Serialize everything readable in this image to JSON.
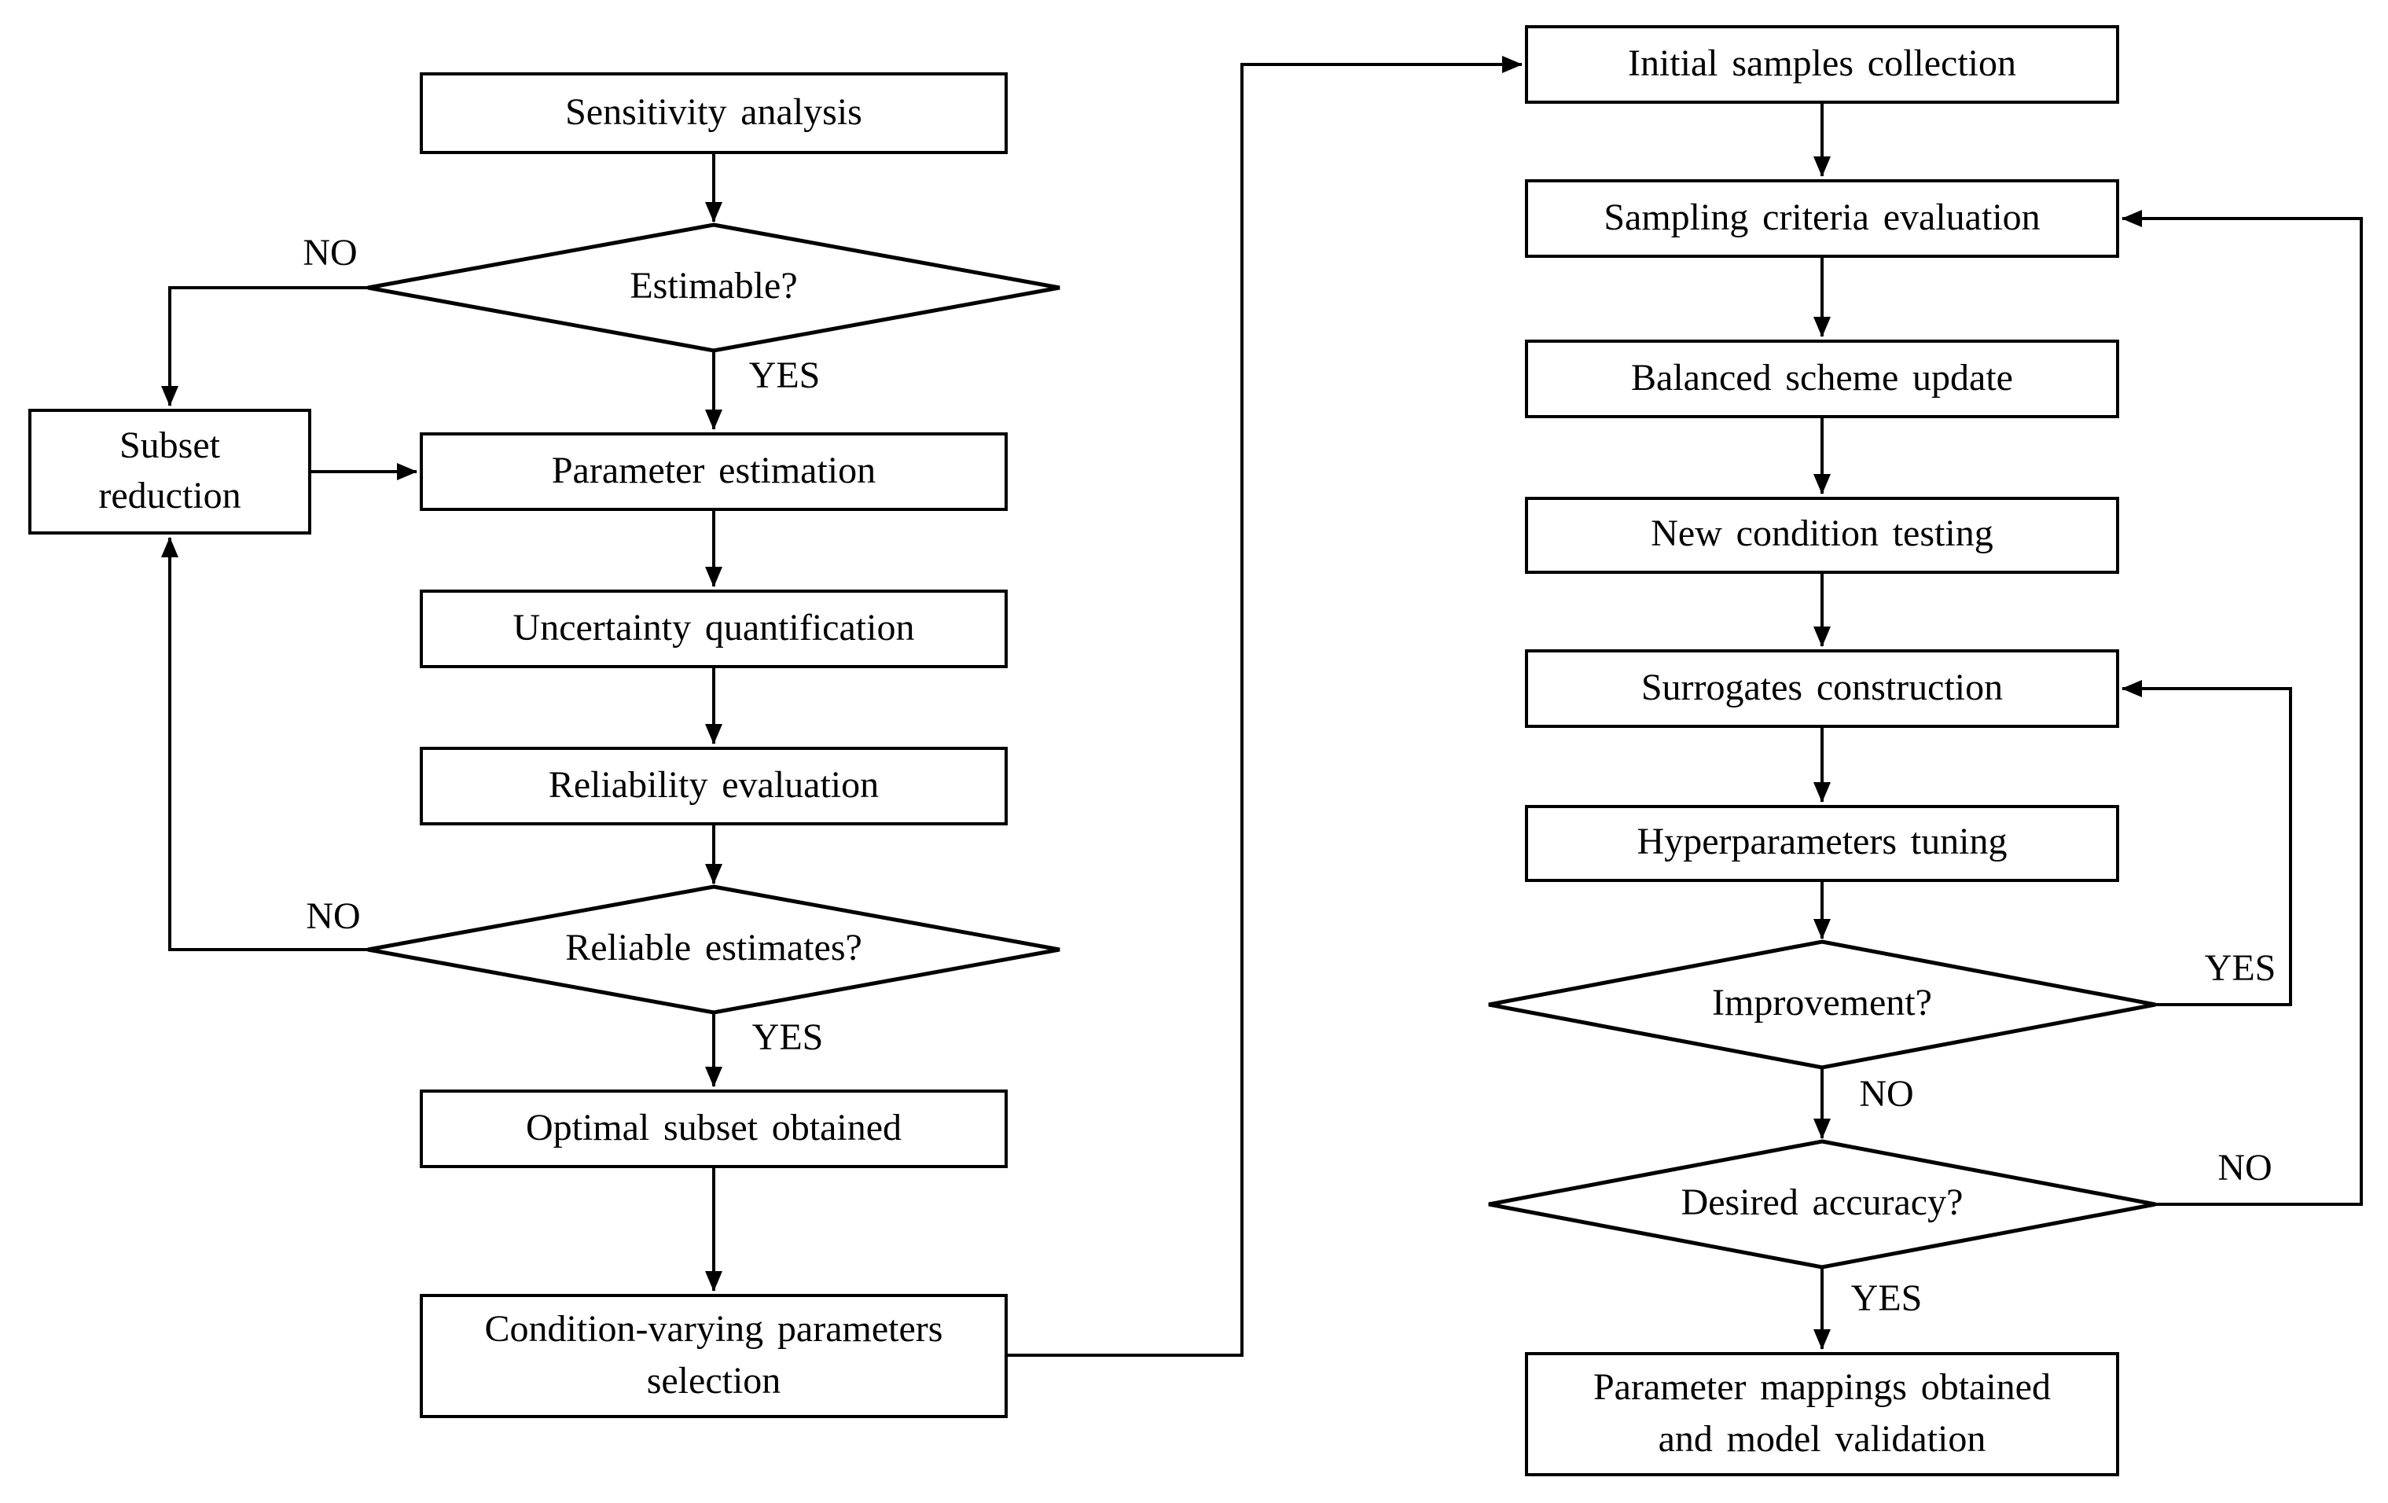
{
  "figure": {
    "type": "flowchart",
    "background": "#ffffff",
    "line_color": "#000000",
    "text_color": "#000000"
  },
  "nodes": {
    "sensitivity_analysis": "Sensitivity analysis",
    "estimable": "Estimable?",
    "subset_reduction": "Subset\nreduction",
    "parameter_estimation": "Parameter estimation",
    "uncertainty_quantification": "Uncertainty quantification",
    "reliability_evaluation": "Reliability evaluation",
    "reliable_estimates": "Reliable estimates?",
    "optimal_subset": "Optimal subset obtained",
    "condition_varying": "Condition-varying parameters\nselection",
    "initial_samples": "Initial samples collection",
    "sampling_criteria": "Sampling criteria evaluation",
    "balanced_scheme": "Balanced scheme update",
    "new_condition": "New condition testing",
    "surrogates_construction": "Surrogates construction",
    "hyperparameters_tuning": "Hyperparameters tuning",
    "improvement": "Improvement?",
    "desired_accuracy": "Desired accuracy?",
    "parameter_mappings": "Parameter mappings obtained\nand model validation"
  },
  "edge_labels": {
    "estimable_no": "NO",
    "estimable_yes": "YES",
    "reliable_no": "NO",
    "reliable_yes": "YES",
    "improvement_yes": "YES",
    "improvement_no": "NO",
    "desired_no": "NO",
    "desired_yes": "YES"
  },
  "edges": [
    {
      "from": "sensitivity_analysis",
      "to": "estimable",
      "label": ""
    },
    {
      "from": "estimable",
      "to": "subset_reduction",
      "label": "NO"
    },
    {
      "from": "estimable",
      "to": "parameter_estimation",
      "label": "YES"
    },
    {
      "from": "subset_reduction",
      "to": "parameter_estimation",
      "label": ""
    },
    {
      "from": "parameter_estimation",
      "to": "uncertainty_quantification",
      "label": ""
    },
    {
      "from": "uncertainty_quantification",
      "to": "reliability_evaluation",
      "label": ""
    },
    {
      "from": "reliability_evaluation",
      "to": "reliable_estimates",
      "label": ""
    },
    {
      "from": "reliable_estimates",
      "to": "subset_reduction",
      "label": "NO"
    },
    {
      "from": "reliable_estimates",
      "to": "optimal_subset",
      "label": "YES"
    },
    {
      "from": "optimal_subset",
      "to": "condition_varying",
      "label": ""
    },
    {
      "from": "condition_varying",
      "to": "initial_samples",
      "label": ""
    },
    {
      "from": "initial_samples",
      "to": "sampling_criteria",
      "label": ""
    },
    {
      "from": "sampling_criteria",
      "to": "balanced_scheme",
      "label": ""
    },
    {
      "from": "balanced_scheme",
      "to": "new_condition",
      "label": ""
    },
    {
      "from": "new_condition",
      "to": "surrogates_construction",
      "label": ""
    },
    {
      "from": "surrogates_construction",
      "to": "hyperparameters_tuning",
      "label": ""
    },
    {
      "from": "hyperparameters_tuning",
      "to": "improvement",
      "label": ""
    },
    {
      "from": "improvement",
      "to": "surrogates_construction",
      "label": "YES"
    },
    {
      "from": "improvement",
      "to": "desired_accuracy",
      "label": "NO"
    },
    {
      "from": "desired_accuracy",
      "to": "sampling_criteria",
      "label": "NO"
    },
    {
      "from": "desired_accuracy",
      "to": "parameter_mappings",
      "label": "YES"
    }
  ]
}
